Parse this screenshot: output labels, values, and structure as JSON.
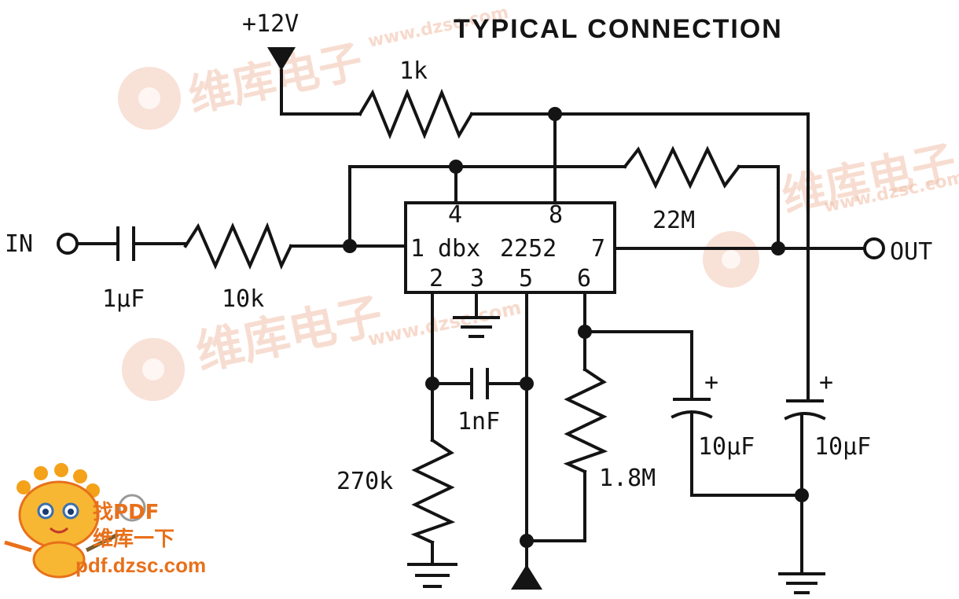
{
  "title": "TYPICAL CONNECTION",
  "supply": "+12V",
  "ic": {
    "pin1": "1",
    "part": "dbx",
    "number": "2252",
    "pin7": "7",
    "pin4": "4",
    "pin8": "8",
    "pin2": "2",
    "pin3": "3",
    "pin5": "5",
    "pin6": "6"
  },
  "terminals": {
    "in": "IN",
    "out": "OUT"
  },
  "components": {
    "r_1k": "1k",
    "r_22m": "22M",
    "c_1uf": "1µF",
    "r_10k": "10k",
    "c_1nf": "1nF",
    "r_270k": "270k",
    "r_1_8m": "1.8M",
    "c_10uf_a": "10µF",
    "c_10uf_b": "10µF",
    "plus_a": "+",
    "plus_b": "+"
  },
  "watermark": {
    "brand": "维库电子",
    "brand_short": "维库",
    "url": "www.dzsc.com"
  },
  "logo": {
    "line1": "找PDF",
    "line2": "维库一下",
    "url": "pdf.dzsc.com"
  }
}
